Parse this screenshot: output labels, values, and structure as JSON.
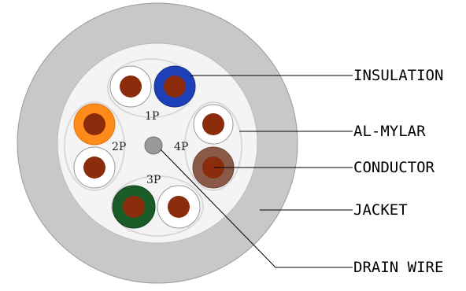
{
  "labels": {
    "insulation": "INSULATION",
    "al_mylar": "AL-MYLAR",
    "conductor": "CONDUCTOR",
    "jacket": "JACKET",
    "drain_wire": "DRAIN WIRE"
  },
  "pairs": {
    "p1": "1P",
    "p2": "2P",
    "p3": "3P",
    "p4": "4P"
  },
  "colors": {
    "jacket": "#c8c8c8",
    "inner": "#f4f4f4",
    "mylar_ring": "#d9d9d9",
    "conductor": "#8b2c0c",
    "blue": "#1d3fb8",
    "orange": "#ff8c1a",
    "green": "#1a5c28",
    "brown": "#8a5a48",
    "white_insulation": "#ffffff",
    "drain": "#9a9a9a"
  }
}
